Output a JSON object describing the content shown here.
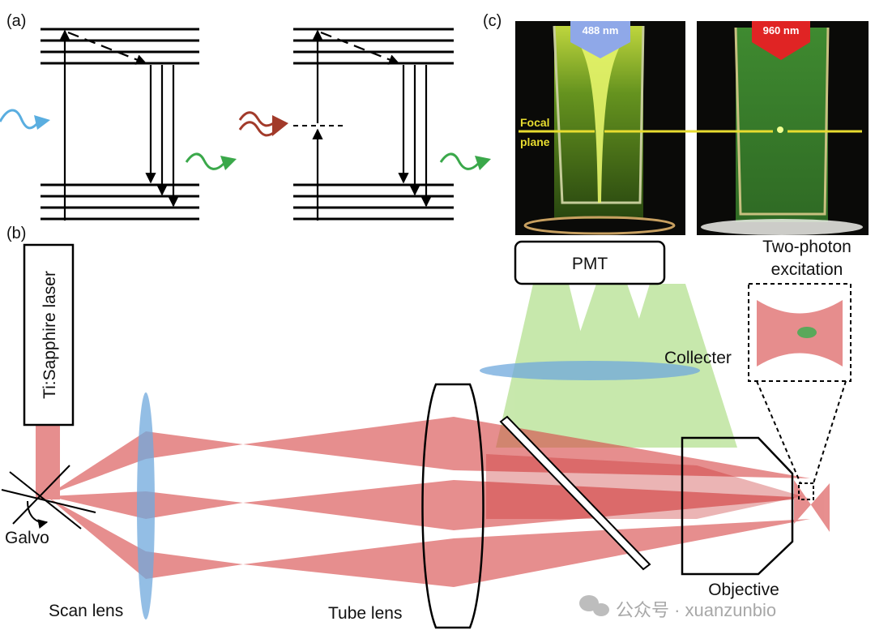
{
  "panels": {
    "a": "(a)",
    "b": "(b)",
    "c": "(c)"
  },
  "panel_c": {
    "left_wavelength": "488 nm",
    "right_wavelength": "960 nm",
    "focal_plane_line1": "Focal",
    "focal_plane_line2": "plane"
  },
  "panel_b": {
    "laser": "Ti:Sapphire laser",
    "galvo": "Galvo",
    "scan_lens": "Scan lens",
    "tube_lens": "Tube lens",
    "pmt": "PMT",
    "collecter": "Collecter",
    "objective": "Objective",
    "inset_title_line1": "Two-photon",
    "inset_title_line2": "excitation"
  },
  "watermark": "公众号 · xuanzunbio",
  "colors": {
    "excitation_one_photon": "#5aaee0",
    "excitation_two_photon": "#a23a2a",
    "emission": "#3aa84a",
    "laser_beam": "#d84a4a",
    "lens": "#6fa8dc",
    "fluorescence_cone": "#9ad66a",
    "cuvette_glow": "#b8d830",
    "focal_line": "#e8dc30"
  }
}
